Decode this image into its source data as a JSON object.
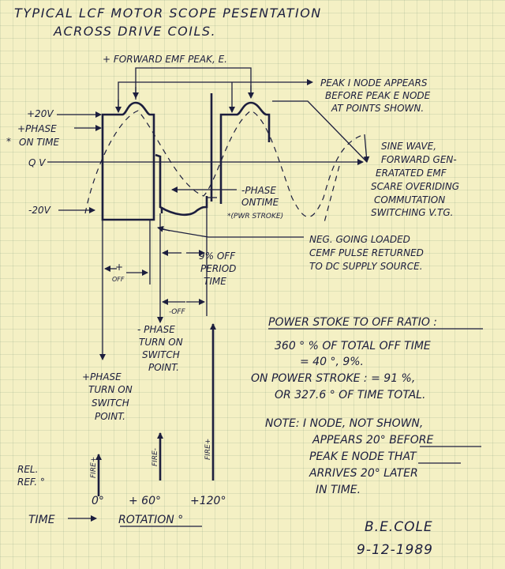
{
  "title": {
    "line1": "TYPICAL LCF MOTOR SCOPE PESENTATION",
    "line2": "ACROSS DRIVE COILS."
  },
  "labels": {
    "forward_emf_peak": "+ FORWARD EMF PEAK, E.",
    "peak_i_node_1": "PEAK I NODE APPEARS",
    "peak_i_node_2": "BEFORE PEAK E NODE",
    "peak_i_node_3": "AT POINTS SHOWN.",
    "plus_20v": "+20V",
    "plus_phase": "+PHASE",
    "on_time": "ON TIME",
    "asterisk": "*",
    "zero_v": "Q V",
    "minus_20v": "-20V",
    "sine_wave_1": "SINE WAVE,",
    "sine_wave_2": "FORWARD GEN-",
    "sine_wave_3": "ERATATED EMF",
    "sine_wave_4": "SCARE OVERIDING",
    "sine_wave_5": "COMMUTATION",
    "sine_wave_6": "SWITCHING V.TG.",
    "minus_phase": "-PHASE",
    "minus_ontime": "ONTIME",
    "pwr_stroke": "*(PWR STROKE)",
    "neg_going_1": "NEG. GOING LOADED",
    "neg_going_2": "CEMF PULSE RETURNED",
    "neg_going_3": "TO DC SUPPLY SOURCE.",
    "plus_sign": "+",
    "off_small": "OFF",
    "off_period_1": "9% OFF",
    "off_period_2": "PERIOD",
    "off_period_3": "TIME",
    "minus_off": "-OFF",
    "minus_turn_1": "- PHASE",
    "minus_turn_2": "TURN ON",
    "minus_turn_3": "SWITCH",
    "minus_turn_4": "POINT.",
    "plus_turn_1": "+PHASE",
    "plus_turn_2": "TURN ON",
    "plus_turn_3": "SWITCH",
    "plus_turn_4": "POINT.",
    "fire_plus_1": "FIRE+",
    "fire_minus": "FIRE-",
    "fire_plus_2": "FIRE+",
    "rel_ref": "REL.",
    "ref": "REF. °",
    "deg_0": "0°",
    "deg_60": "+ 60°",
    "deg_120": "+120°",
    "time": "TIME",
    "rotation": "ROTATION °"
  },
  "notes": {
    "ratio_heading": "POWER STOKE TO OFF RATIO :",
    "ratio_1": "360 ° % OF TOTAL OFF TIME",
    "ratio_2": "= 40 °, 9%.",
    "ratio_3": "ON POWER STROKE : = 91 %,",
    "ratio_4": "OR 327.6 ° OF TIME TOTAL.",
    "note_1": "NOTE:  I NODE, NOT SHOWN,",
    "note_2": "APPEARS 20° BEFORE",
    "note_3": "PEAK E NODE THAT",
    "note_4": "ARRIVES 20° LATER",
    "note_5": "IN TIME."
  },
  "signature": {
    "name": "B.E.COLE",
    "date": "9-12-1989"
  }
}
